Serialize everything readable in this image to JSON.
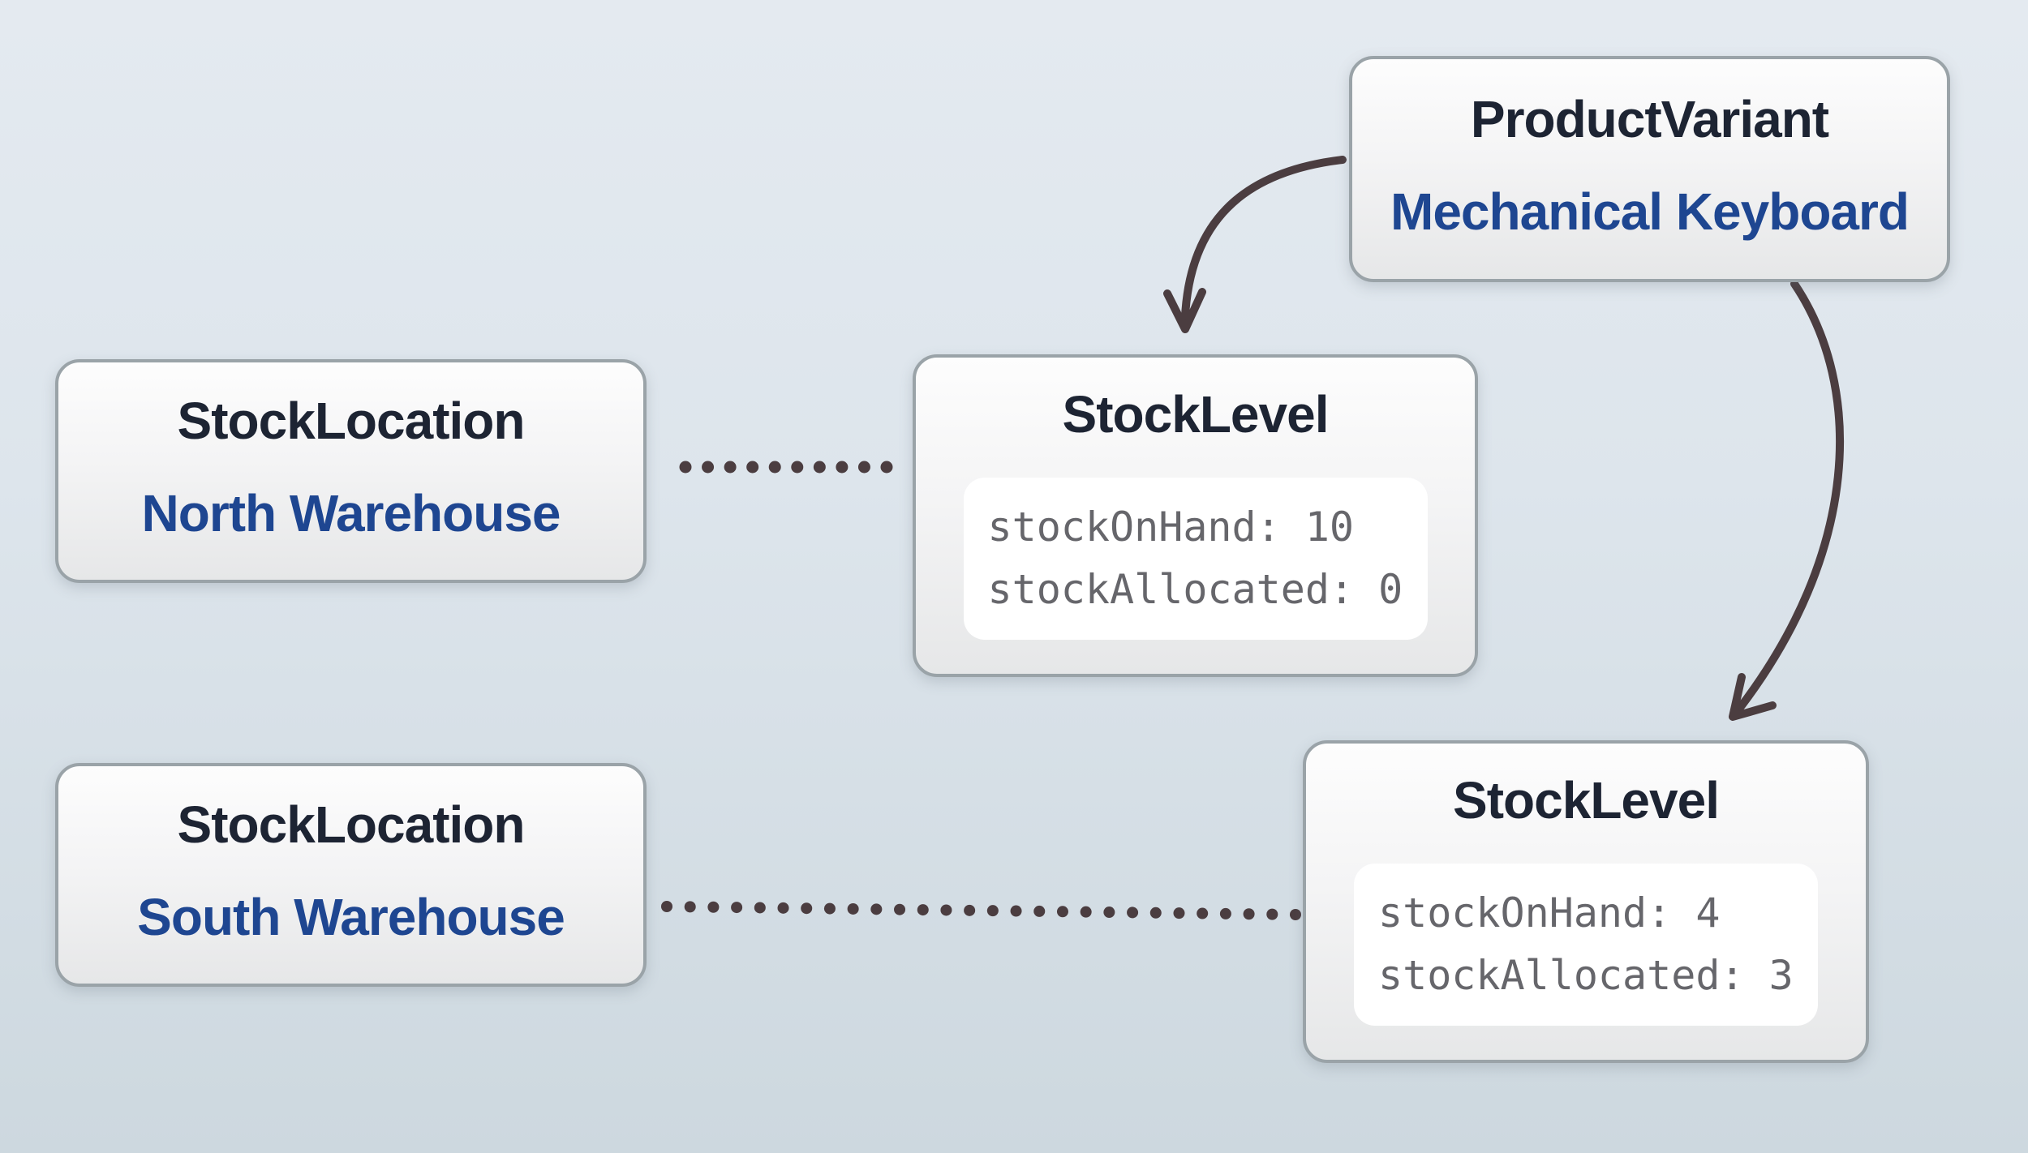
{
  "nodes": {
    "product_variant": {
      "type_label": "ProductVariant",
      "instance_label": "Mechanical Keyboard"
    },
    "stock_location_north": {
      "type_label": "StockLocation",
      "instance_label": "North Warehouse"
    },
    "stock_location_south": {
      "type_label": "StockLocation",
      "instance_label": "South Warehouse"
    },
    "stock_level_north": {
      "type_label": "StockLevel",
      "fields": [
        "stockOnHand: 10",
        "stockAllocated: 0"
      ]
    },
    "stock_level_south": {
      "type_label": "StockLevel",
      "fields": [
        "stockOnHand: 4",
        "stockAllocated: 3"
      ]
    }
  },
  "colors": {
    "background_top": "#e4eaf0",
    "background_bottom": "#cdd8df",
    "box_border": "#9aa3a8",
    "box_fill_top": "#fdfdfd",
    "box_fill_bottom": "#e6e7e8",
    "title_text": "#1d2433",
    "instance_text": "#1e4691",
    "field_text": "#66666b",
    "field_panel": "#ffffff",
    "connector": "#4b3d40"
  }
}
